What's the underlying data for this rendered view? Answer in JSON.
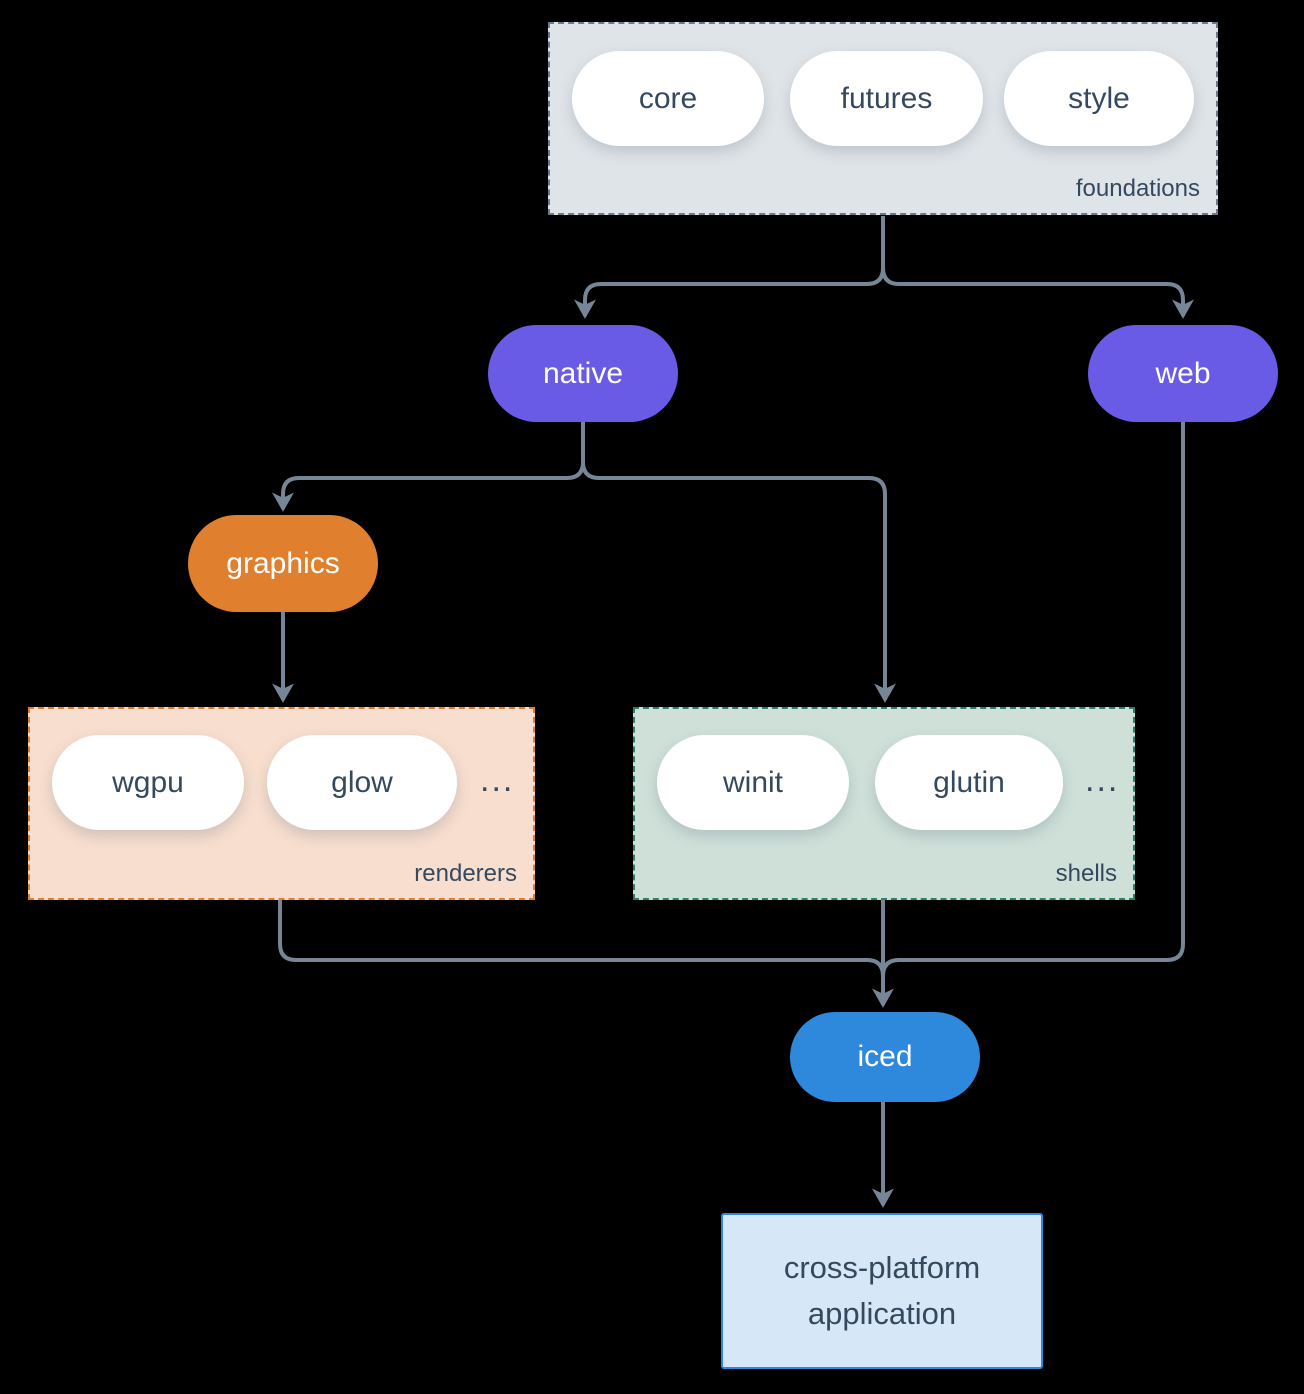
{
  "diagram": {
    "background": "#000000",
    "groups": {
      "foundations": {
        "label": "foundations",
        "pills": [
          "core",
          "futures",
          "style"
        ]
      },
      "renderers": {
        "label": "renderers",
        "pills": [
          "wgpu",
          "glow"
        ],
        "ellipsis": "..."
      },
      "shells": {
        "label": "shells",
        "pills": [
          "winit",
          "glutin"
        ],
        "ellipsis": "..."
      }
    },
    "nodes": {
      "native": {
        "label": "native",
        "color": "#695BE6"
      },
      "web": {
        "label": "web",
        "color": "#695BE6"
      },
      "graphics": {
        "label": "graphics",
        "color": "#E0802E"
      },
      "iced": {
        "label": "iced",
        "color": "#2E89DC"
      }
    },
    "application": {
      "line1": "cross-platform",
      "line2": "application"
    },
    "colors": {
      "arrow": "#778696",
      "purple": "#695BE6",
      "orange": "#E0802E",
      "blue": "#2E89DC",
      "foundations_fill": "#DFE4E8",
      "foundations_border": "#6B7B8B",
      "renderers_fill": "#F8DECE",
      "renderers_border": "#E0802E",
      "shells_fill": "#CFE0D9",
      "shells_border": "#2D7F6E",
      "application_fill": "#D6E8F7",
      "application_border": "#2E89DC",
      "pill_fill": "#FFFFFF",
      "text_dark": "#35495E",
      "text_light": "#FFFFFF"
    }
  }
}
